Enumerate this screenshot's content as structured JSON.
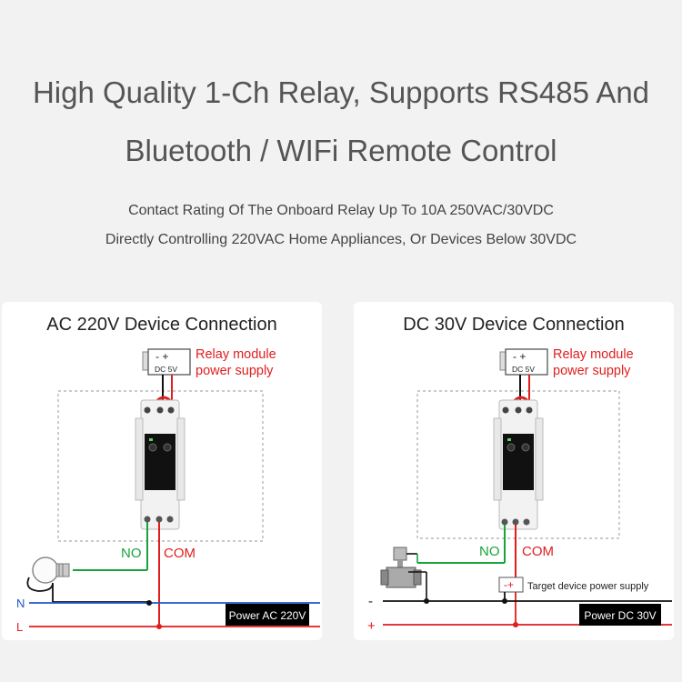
{
  "headline": {
    "line1": "High Quality 1-Ch Relay, Supports RS485 And",
    "line2": "Bluetooth / WIFi Remote Control"
  },
  "subtitle": {
    "line1": "Contact Rating Of The Onboard Relay Up To 10A 250VAC/30VDC",
    "line2": "Directly Controlling 220VAC Home Appliances, Or Devices Below 30VDC"
  },
  "panels": [
    {
      "title": "AC 220V Device Connection",
      "supply_polarity": "- +",
      "supply_label": "DC 5V",
      "relay_supply_line1": "Relay module",
      "relay_supply_line2": "power supply",
      "no_label": "NO",
      "com_label": "COM",
      "line_top": "N",
      "line_bottom": "L",
      "power_label": "Power AC 220V"
    },
    {
      "title": "DC 30V Device Connection",
      "supply_polarity": "- +",
      "supply_label": "DC 5V",
      "relay_supply_line1": "Relay module",
      "relay_supply_line2": "power supply",
      "no_label": "NO",
      "com_label": "COM",
      "line_top": "-",
      "line_bottom": "+",
      "target_polarity": "-+",
      "target_label": "Target device power supply",
      "power_label": "Power DC 30V"
    }
  ],
  "colors": {
    "red": "#e11d1d",
    "green": "#17a43a",
    "blue": "#1f55c8",
    "black": "#111111"
  }
}
